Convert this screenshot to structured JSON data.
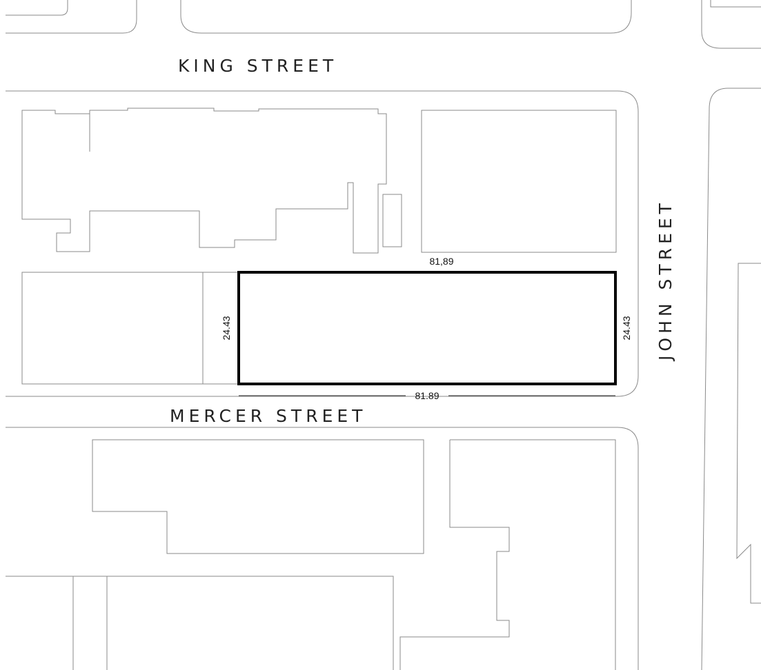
{
  "streets": {
    "north": "KING STREET",
    "south": "MERCER STREET",
    "east": "JOHN STREET"
  },
  "site": {
    "top_length": "81,89",
    "bottom_length": "81.89",
    "left_depth": "24.43",
    "right_depth": "24.43"
  }
}
